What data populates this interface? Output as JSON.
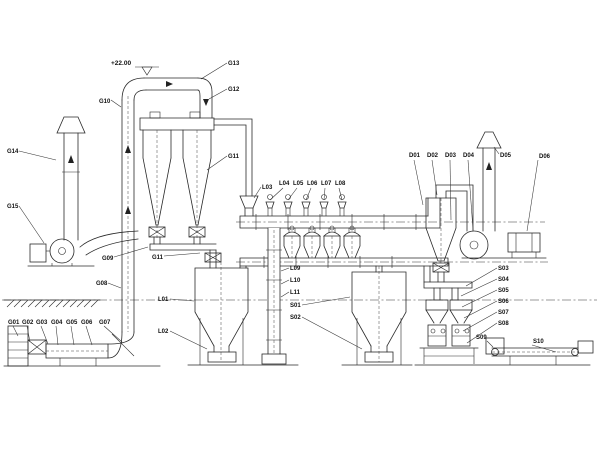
{
  "diagram": {
    "elevation": "+22.00",
    "ink_color": "#2a2a2a",
    "background": "#ffffff",
    "labels": {
      "g01": "G01",
      "g02": "G02",
      "g03": "G03",
      "g04": "G04",
      "g05": "G05",
      "g06": "G06",
      "g07": "G07",
      "g08": "G08",
      "g09": "G09",
      "g10": "G10",
      "g11": "G11",
      "g11_b": "G11",
      "g12": "G12",
      "g13": "G13",
      "g14": "G14",
      "g15": "G15",
      "l01": "L01",
      "l02": "L02",
      "l03": "L03",
      "l04": "L04",
      "l05": "L05",
      "l06": "L06",
      "l07": "L07",
      "l08": "L08",
      "l09": "L09",
      "l10": "L10",
      "l11": "L11",
      "s01": "S01",
      "s02": "S02",
      "s03": "S03",
      "s04": "S04",
      "s05": "S05",
      "s06": "S06",
      "s07": "S07",
      "s08": "S08",
      "s09": "S09",
      "s10": "S10",
      "d01": "D01",
      "d02": "D02",
      "d03": "D03",
      "d04": "D04",
      "d05": "D05",
      "d06": "D06"
    }
  }
}
